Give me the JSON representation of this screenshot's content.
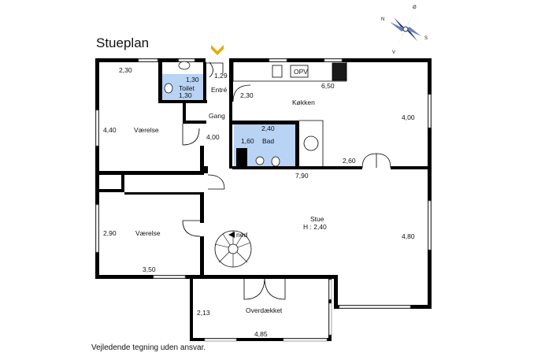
{
  "title": "Stueplan",
  "footer_note": "Vejledende tegning uden ansvar.",
  "compass": {
    "n": "N",
    "o": "Ø",
    "s": "S",
    "v": "V"
  },
  "colors": {
    "wall": "#000000",
    "wet_room": "#b9d3f5",
    "entrance_marker": "#e9a800",
    "window": "#9a9a9a"
  },
  "rooms": {
    "toilet": {
      "name": "Toilet",
      "dim_a": "1,30",
      "dim_b": "1,30"
    },
    "entre": {
      "name": "Entré",
      "dim": "1,29"
    },
    "gang": {
      "name": "Gang",
      "dim": "4,00"
    },
    "bad": {
      "name": "Bad",
      "dim_a": "2,40",
      "dim_b": "1,60"
    },
    "koekken": {
      "name": "Køkken",
      "dim_a": "6,50",
      "dim_b": "4,00",
      "dim_c": "2,30",
      "appliance": "OPV"
    },
    "vaerelse1": {
      "name": "Værelse",
      "dim_a": "2,30",
      "dim_b": "4,40"
    },
    "vaerelse2": {
      "name": "Værelse",
      "dim_a": "2,90",
      "dim_b": "3,50"
    },
    "stue": {
      "name": "Stue",
      "height": "H : 2,40",
      "dim_a": "7,90",
      "dim_b": "2,60",
      "dim_c": "4,80",
      "stair": "ned"
    },
    "overdaekket": {
      "name": "Overdækket",
      "dim_a": "2,13",
      "dim_b": "4,85"
    }
  }
}
